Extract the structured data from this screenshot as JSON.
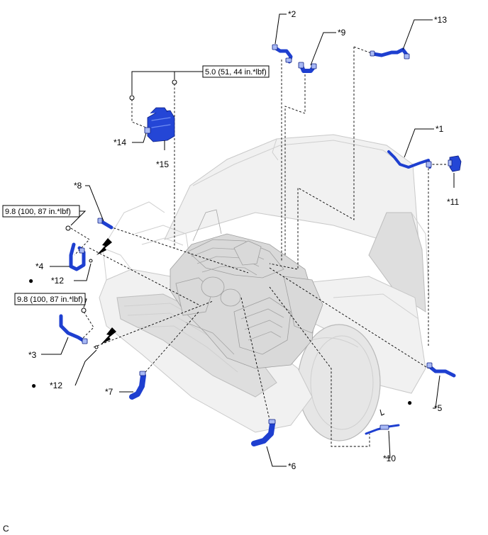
{
  "labels": {
    "p1": "*1",
    "p2": "*2",
    "p3": "*3",
    "p4": "*4",
    "p5": "*5",
    "p6": "*6",
    "p7": "*7",
    "p8": "*8",
    "p9": "*9",
    "p10": "*10",
    "p11": "*11",
    "p12a": "*12",
    "p12b": "*12",
    "p13": "*13",
    "p14": "*14",
    "p15": "*15"
  },
  "torque": {
    "t1": "5.0 (51, 44 in.*lbf)",
    "t2": "9.8 (100, 87 in.*lbf)",
    "t3": "9.8 (100, 87 in.*lbf)"
  },
  "marks": {
    "bullet": "●"
  },
  "footer": {
    "code": "C"
  },
  "colors": {
    "part_blue": "#2446d6",
    "outline": "#0d1e80",
    "car_gray": "#f1f1f1"
  }
}
